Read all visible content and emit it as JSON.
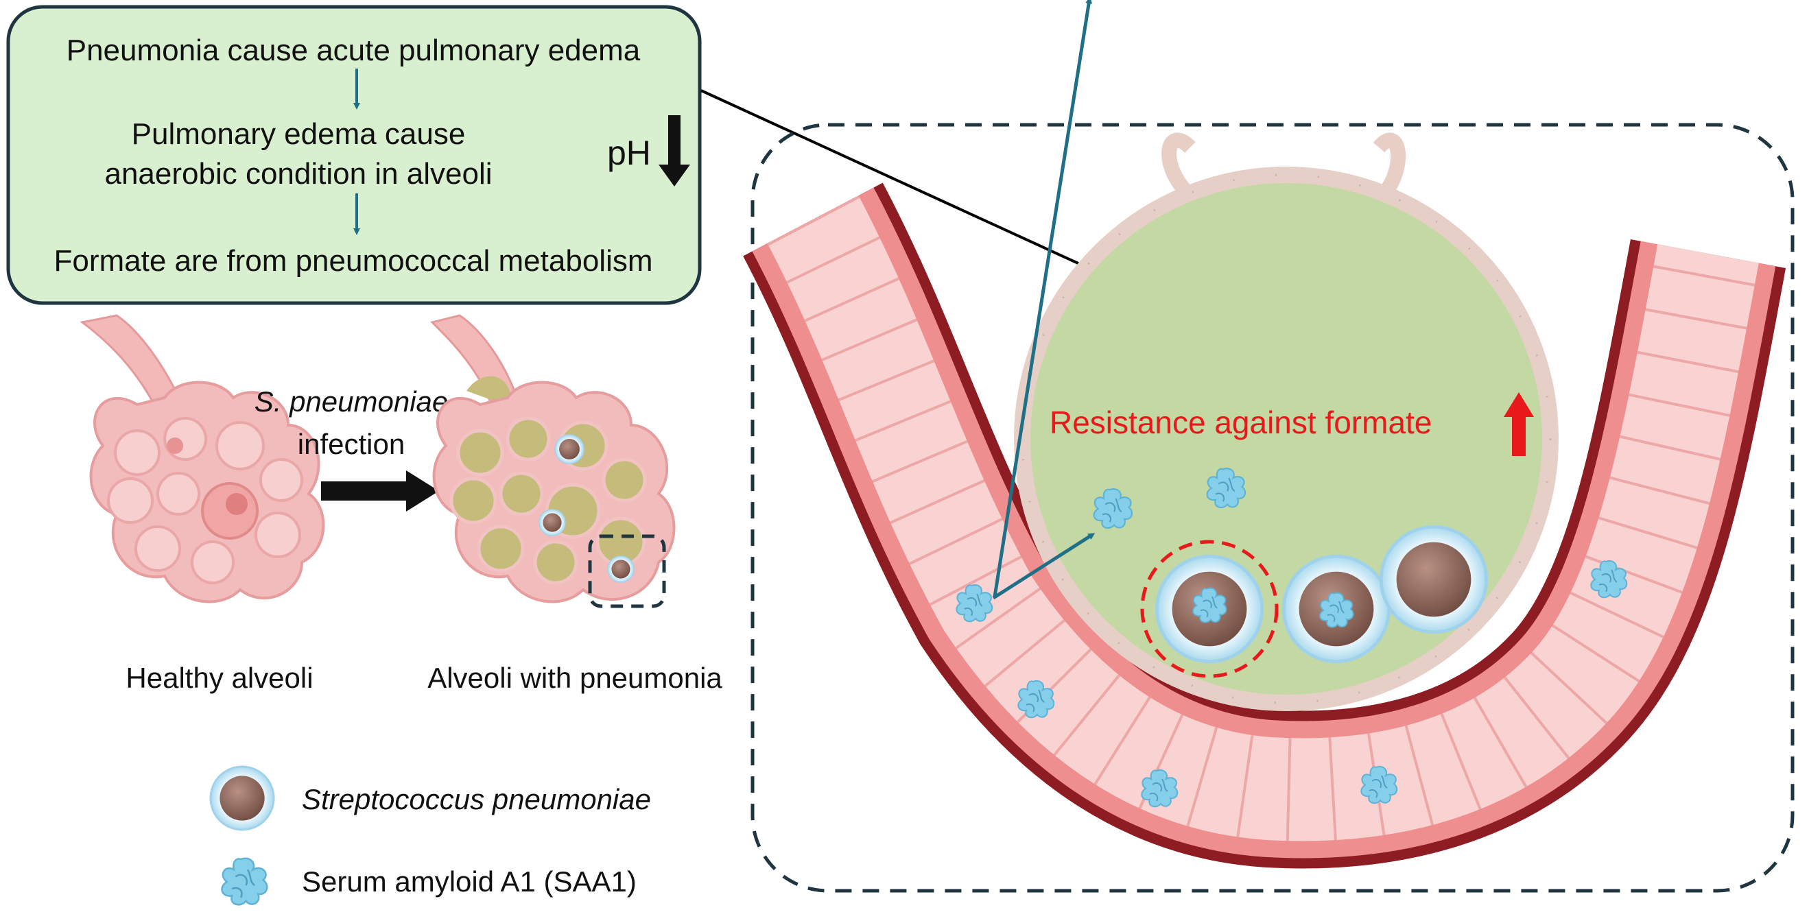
{
  "summary_box": {
    "line1": "Pneumonia cause acute pulmonary edema",
    "line2a": "Pulmonary edema cause",
    "line2b": "anaerobic condition in alveoli",
    "line3": "Formate are from pneumococcal metabolism",
    "ph_label": "pH"
  },
  "infection": {
    "label_species": "S. pneumoniae",
    "label_event": "infection",
    "healthy_caption": "Healthy alveoli",
    "pneumonia_caption": "Alveoli with pneumonia"
  },
  "detail": {
    "resistance_label": "Resistance against formate"
  },
  "legend": {
    "bacteria_label": "Streptococcus pneumoniae",
    "saa1_label": "Serum amyloid A1 (SAA1)"
  },
  "colors": {
    "box_fill": "#d9f0d0",
    "box_border": "#1f3540",
    "flow_arrow": "#1f6f87",
    "alveolus_fill": "#c3d9a3",
    "vessel_dark": "#8d1d22",
    "vessel_light": "#f7c9c9",
    "resistance_red": "#e8191a",
    "saa1_blue": "#82cdea",
    "bacteria_brown": "#8f6a5e"
  }
}
